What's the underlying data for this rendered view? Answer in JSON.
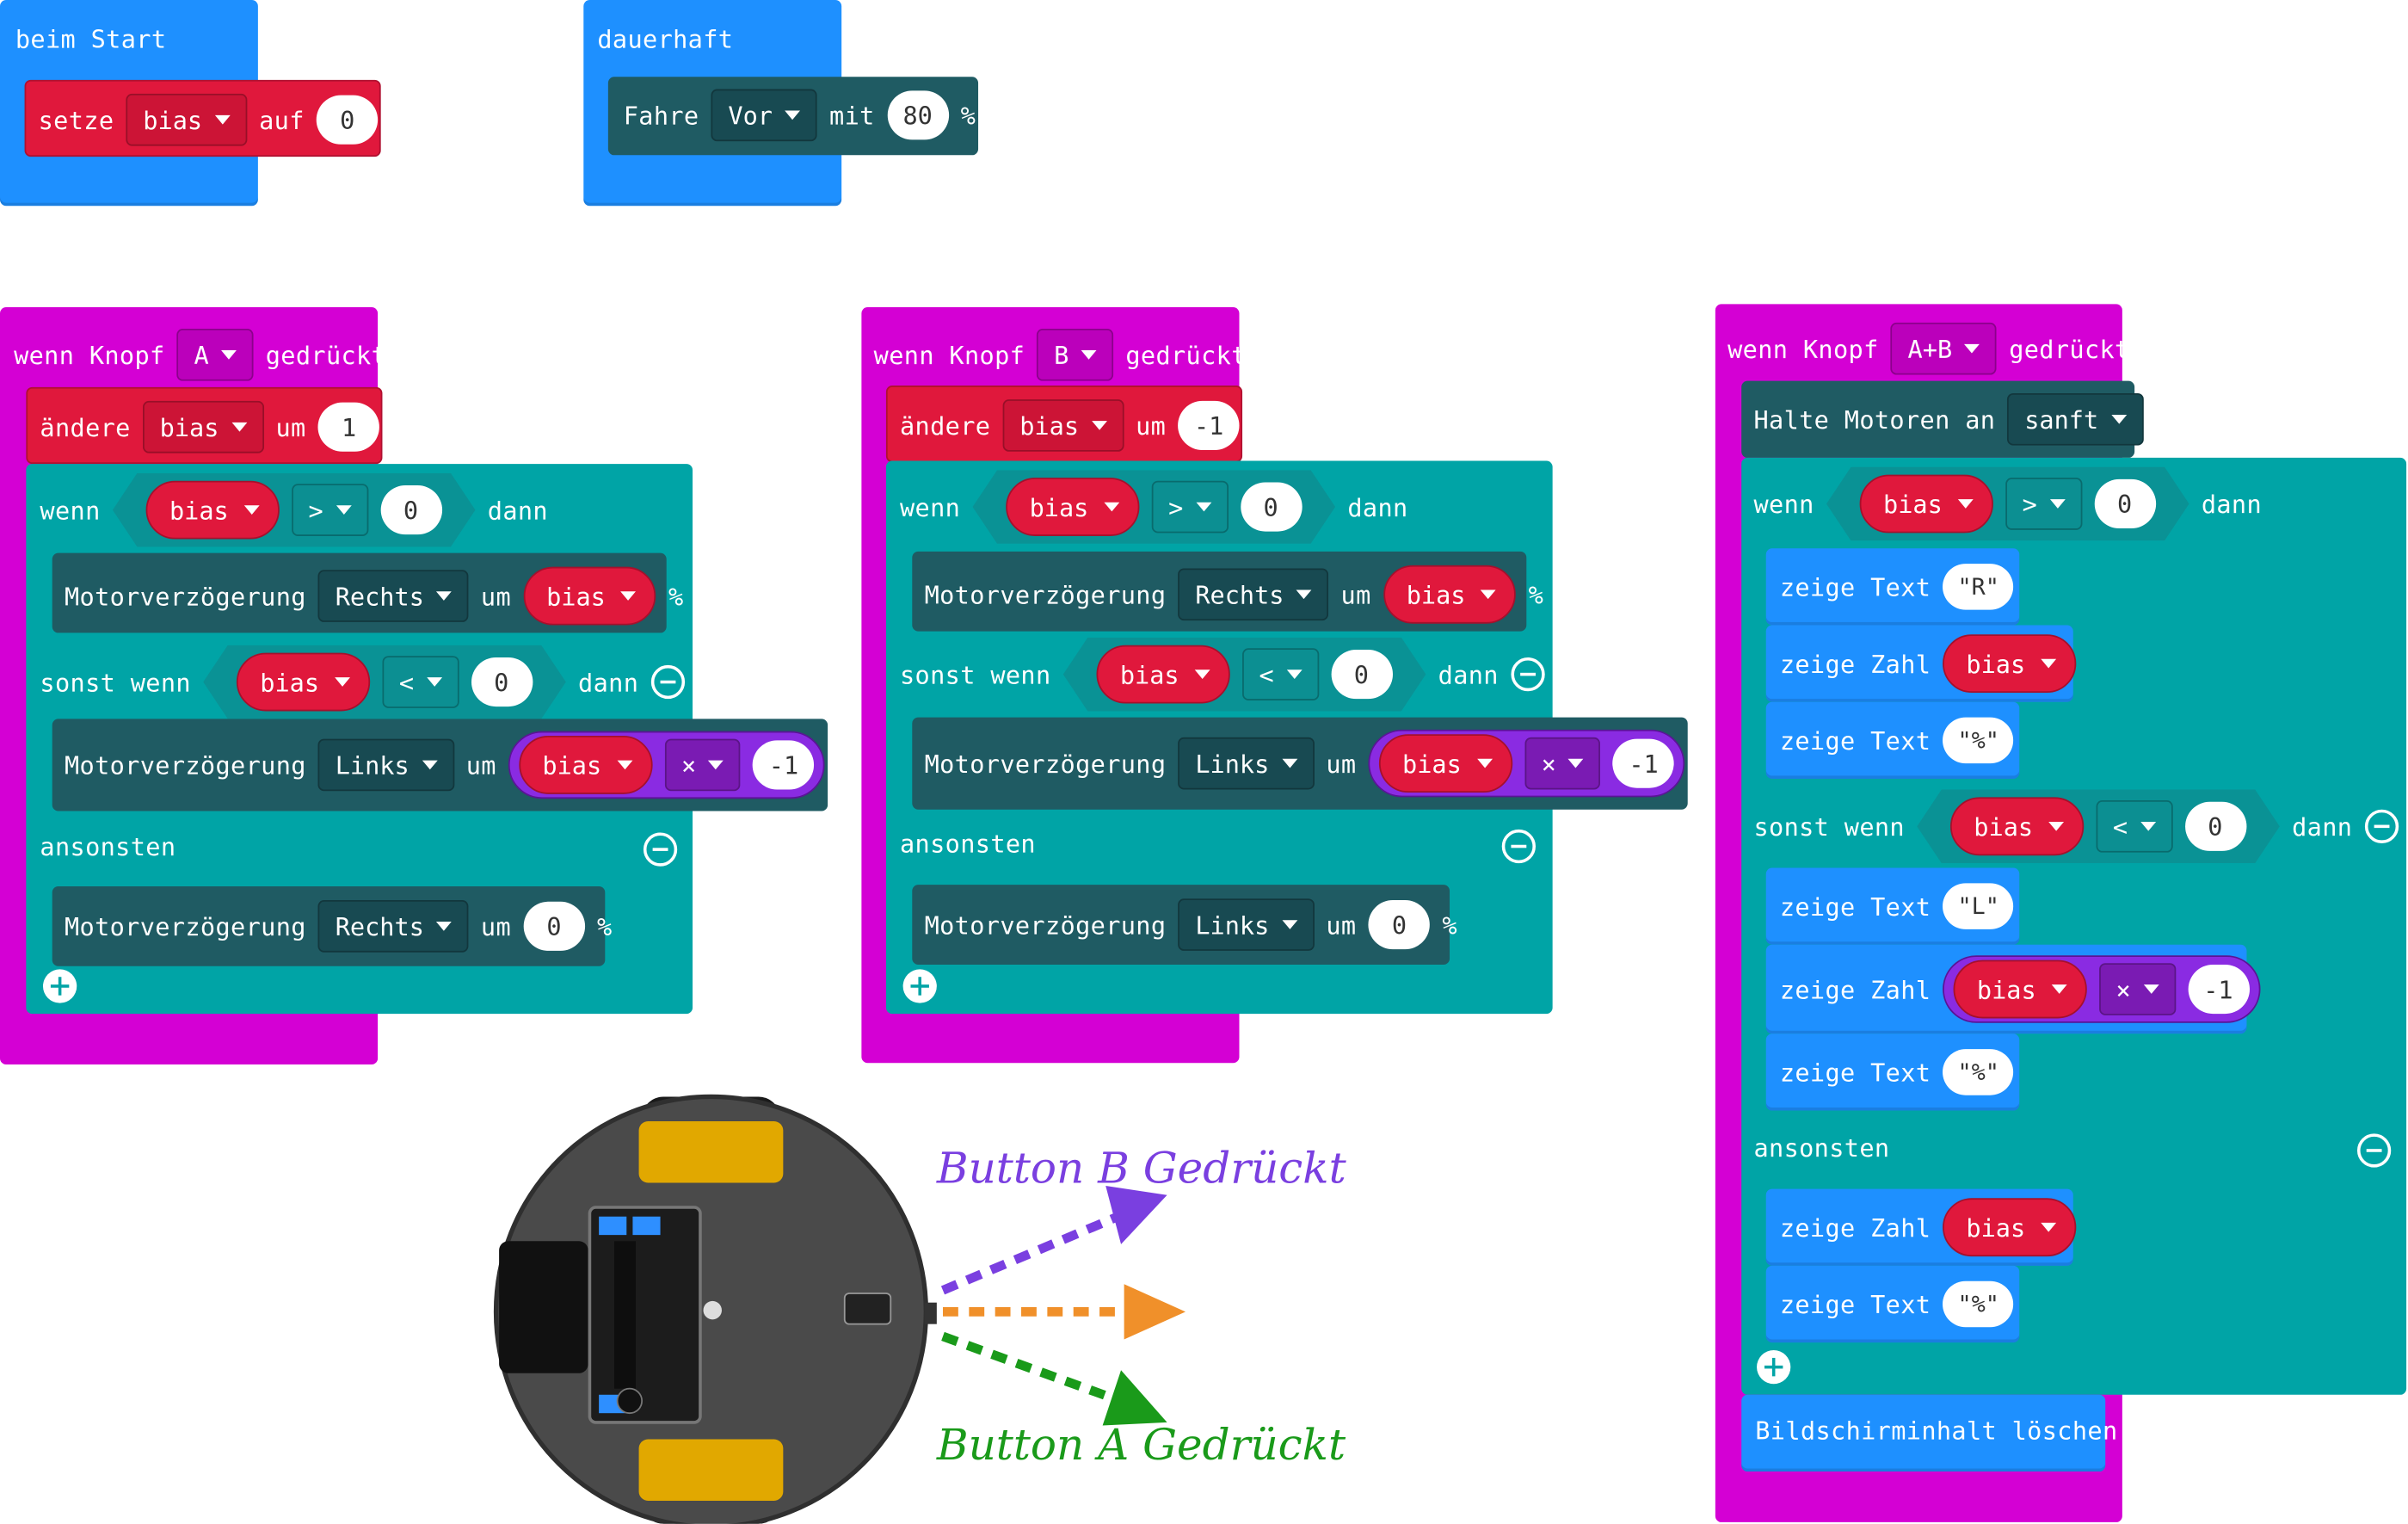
{
  "on_start": {
    "label": "beim Start",
    "set_label": "setze",
    "var": "bias",
    "to_label": "auf",
    "value": "0"
  },
  "forever": {
    "label": "dauerhaft",
    "drive_label": "Fahre",
    "direction": "Vor",
    "with_label": "mit",
    "speed": "80",
    "percent": "%"
  },
  "button_a": {
    "when_label": "wenn Knopf",
    "button": "A",
    "pressed_label": "gedrückt",
    "change_label": "ändere",
    "var": "bias",
    "by_label": "um",
    "change_value": "1",
    "if_label": "wenn",
    "then_label": "dann",
    "op_gt": ">",
    "cmp_value": "0",
    "delay1_label": "Motorverzögerung",
    "delay1_side": "Rechts",
    "um": "um",
    "delay1_var": "bias",
    "pct": "%",
    "elseif_label": "sonst wenn",
    "op_lt": "<",
    "cmp2_value": "0",
    "delay2_label": "Motorverzögerung",
    "delay2_side": "Links",
    "mult_var": "bias",
    "mult_op": "×",
    "mult_value": "-1",
    "else_label": "ansonsten",
    "delay3_label": "Motorverzögerung",
    "delay3_side": "Rechts",
    "delay3_value": "0"
  },
  "button_b": {
    "when_label": "wenn Knopf",
    "button": "B",
    "pressed_label": "gedrückt",
    "change_label": "ändere",
    "var": "bias",
    "by_label": "um",
    "change_value": "-1",
    "if_label": "wenn",
    "then_label": "dann",
    "op_gt": ">",
    "cmp_value": "0",
    "delay1_label": "Motorverzögerung",
    "delay1_side": "Rechts",
    "um": "um",
    "delay1_var": "bias",
    "pct": "%",
    "elseif_label": "sonst wenn",
    "op_lt": "<",
    "cmp2_value": "0",
    "delay2_label": "Motorverzögerung",
    "delay2_side": "Links",
    "mult_var": "bias",
    "mult_op": "×",
    "mult_value": "-1",
    "else_label": "ansonsten",
    "delay3_label": "Motorverzögerung",
    "delay3_side": "Links",
    "delay3_value": "0"
  },
  "button_ab": {
    "when_label": "wenn Knopf",
    "button": "A+B",
    "pressed_label": "gedrückt",
    "stop_label": "Halte Motoren an",
    "stop_mode": "sanft",
    "if_label": "wenn",
    "then_label": "dann",
    "var": "bias",
    "op_gt": ">",
    "cmp_value": "0",
    "show_text": "zeige Text",
    "show_number": "zeige Zahl",
    "text_r": "\"R\"",
    "text_pct": "\"%\"",
    "text_l": "\"L\"",
    "elseif_label": "sonst wenn",
    "op_lt": "<",
    "cmp2_value": "0",
    "mult_op": "×",
    "mult_value": "-1",
    "else_label": "ansonsten",
    "clear_label": "Bildschirminhalt löschen"
  },
  "annotations": {
    "button_b": "Button B Gedrückt",
    "button_a": "Button A Gedrückt",
    "color_b": "#7a3fe0",
    "color_a": "#1a9a1a",
    "color_center": "#f0902a"
  }
}
